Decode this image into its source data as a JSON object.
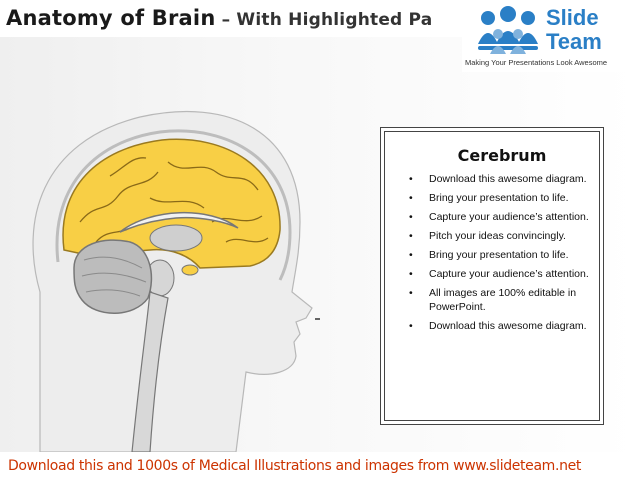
{
  "title": {
    "main": "Anatomy of Brain",
    "sub": " – With Highlighted Pa"
  },
  "logo": {
    "word1": "Slide",
    "word2": "Team",
    "tagline": "Making Your Presentations Look Awesome"
  },
  "info_box": {
    "heading": "Cerebrum",
    "bullets": [
      "Download this awesome diagram.",
      "Bring your presentation to life.",
      "Capture your audience’s attention.",
      "Pitch your ideas convincingly.",
      "Bring your presentation to life.",
      "Capture your audience’s attention.",
      "All images are 100% editable in PowerPoint.",
      "Download this awesome diagram."
    ]
  },
  "footer": {
    "text": "Download this and 1000s of Medical Illustrations and images from www.slideteam.net"
  },
  "colors": {
    "cerebrum_highlight": "#f8cf45",
    "footer_text": "#cc3300",
    "logo_blue": "#2a7fc6"
  }
}
